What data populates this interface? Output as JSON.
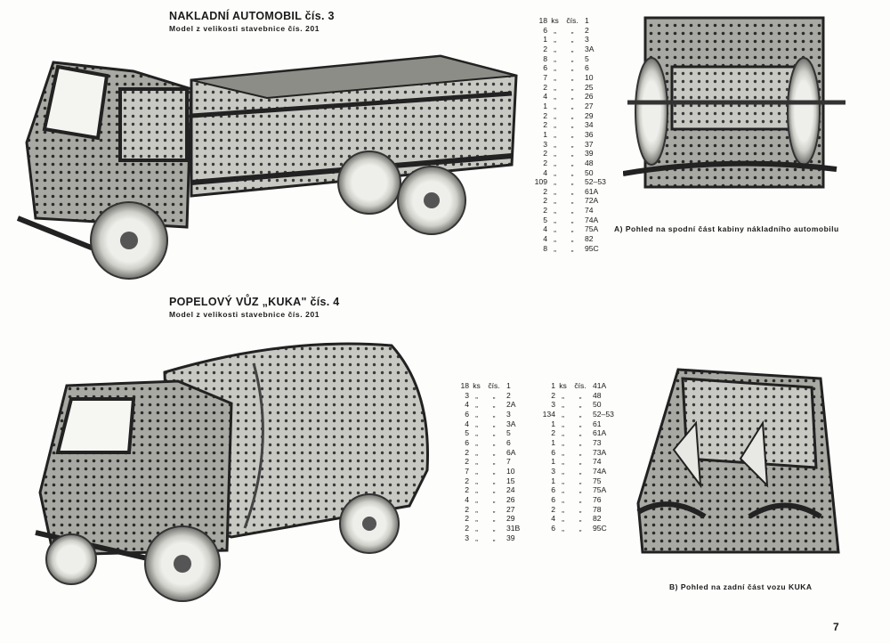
{
  "section1": {
    "title": "NAKLADNÍ AUTOMOBIL čís. 3",
    "subtitle": "Model z velikosti stavebnice čís. 201",
    "parts": [
      {
        "qty": "18",
        "unit": "ks",
        "no": "čís.",
        "part": "1"
      },
      {
        "qty": "6",
        "unit": "„",
        "no": "„",
        "part": "2"
      },
      {
        "qty": "1",
        "unit": "„",
        "no": "„",
        "part": "3"
      },
      {
        "qty": "2",
        "unit": "„",
        "no": "„",
        "part": "3A"
      },
      {
        "qty": "8",
        "unit": "„",
        "no": "„",
        "part": "5"
      },
      {
        "qty": "6",
        "unit": "„",
        "no": "„",
        "part": "6"
      },
      {
        "qty": "7",
        "unit": "„",
        "no": "„",
        "part": "10"
      },
      {
        "qty": "2",
        "unit": "„",
        "no": "„",
        "part": "25"
      },
      {
        "qty": "4",
        "unit": "„",
        "no": "„",
        "part": "26"
      },
      {
        "qty": "1",
        "unit": "„",
        "no": "„",
        "part": "27"
      },
      {
        "qty": "2",
        "unit": "„",
        "no": "„",
        "part": "29"
      },
      {
        "qty": "2",
        "unit": "„",
        "no": "„",
        "part": "34"
      },
      {
        "qty": "1",
        "unit": "„",
        "no": "„",
        "part": "36"
      },
      {
        "qty": "3",
        "unit": "„",
        "no": "„",
        "part": "37"
      },
      {
        "qty": "2",
        "unit": "„",
        "no": "„",
        "part": "39"
      },
      {
        "qty": "2",
        "unit": "„",
        "no": "„",
        "part": "48"
      },
      {
        "qty": "4",
        "unit": "„",
        "no": "„",
        "part": "50"
      },
      {
        "qty": "109",
        "unit": "„",
        "no": "„",
        "part": "52–53"
      },
      {
        "qty": "2",
        "unit": "„",
        "no": "„",
        "part": "61A"
      },
      {
        "qty": "2",
        "unit": "„",
        "no": "„",
        "part": "72A"
      },
      {
        "qty": "2",
        "unit": "„",
        "no": "„",
        "part": "74"
      },
      {
        "qty": "5",
        "unit": "„",
        "no": "„",
        "part": "74A"
      },
      {
        "qty": "4",
        "unit": "„",
        "no": "„",
        "part": "75A"
      },
      {
        "qty": "4",
        "unit": "„",
        "no": "„",
        "part": "82"
      },
      {
        "qty": "8",
        "unit": "„",
        "no": "„",
        "part": "95C"
      }
    ],
    "caption": "A) Pohled na spodní část kabiny nákladního automobilu"
  },
  "section2": {
    "title": "POPELOVÝ VŮZ „KUKA\" čís. 4",
    "subtitle": "Model z velikosti stavebnice čís. 201",
    "parts_col1": [
      {
        "qty": "18",
        "unit": "ks",
        "no": "čís.",
        "part": "1"
      },
      {
        "qty": "3",
        "unit": "„",
        "no": "„",
        "part": "2"
      },
      {
        "qty": "4",
        "unit": "„",
        "no": "„",
        "part": "2A"
      },
      {
        "qty": "6",
        "unit": "„",
        "no": "„",
        "part": "3"
      },
      {
        "qty": "4",
        "unit": "„",
        "no": "„",
        "part": "3A"
      },
      {
        "qty": "5",
        "unit": "„",
        "no": "„",
        "part": "5"
      },
      {
        "qty": "6",
        "unit": "„",
        "no": "„",
        "part": "6"
      },
      {
        "qty": "2",
        "unit": "„",
        "no": "„",
        "part": "6A"
      },
      {
        "qty": "2",
        "unit": "„",
        "no": "„",
        "part": "7"
      },
      {
        "qty": "7",
        "unit": "„",
        "no": "„",
        "part": "10"
      },
      {
        "qty": "2",
        "unit": "„",
        "no": "„",
        "part": "15"
      },
      {
        "qty": "2",
        "unit": "„",
        "no": "„",
        "part": "24"
      },
      {
        "qty": "4",
        "unit": "„",
        "no": "„",
        "part": "26"
      },
      {
        "qty": "2",
        "unit": "„",
        "no": "„",
        "part": "27"
      },
      {
        "qty": "2",
        "unit": "„",
        "no": "„",
        "part": "29"
      },
      {
        "qty": "2",
        "unit": "„",
        "no": "„",
        "part": "31B"
      },
      {
        "qty": "3",
        "unit": "„",
        "no": "„",
        "part": "39"
      }
    ],
    "parts_col2": [
      {
        "qty": "1",
        "unit": "ks",
        "no": "čís.",
        "part": "41A"
      },
      {
        "qty": "2",
        "unit": "„",
        "no": "„",
        "part": "48"
      },
      {
        "qty": "3",
        "unit": "„",
        "no": "„",
        "part": "50"
      },
      {
        "qty": "134",
        "unit": "„",
        "no": "„",
        "part": "52–53"
      },
      {
        "qty": "1",
        "unit": "„",
        "no": "„",
        "part": "61"
      },
      {
        "qty": "2",
        "unit": "„",
        "no": "„",
        "part": "61A"
      },
      {
        "qty": "1",
        "unit": "„",
        "no": "„",
        "part": "73"
      },
      {
        "qty": "6",
        "unit": "„",
        "no": "„",
        "part": "73A"
      },
      {
        "qty": "1",
        "unit": "„",
        "no": "„",
        "part": "74"
      },
      {
        "qty": "3",
        "unit": "„",
        "no": "„",
        "part": "74A"
      },
      {
        "qty": "1",
        "unit": "„",
        "no": "„",
        "part": "75"
      },
      {
        "qty": "6",
        "unit": "„",
        "no": "„",
        "part": "75A"
      },
      {
        "qty": "6",
        "unit": "„",
        "no": "„",
        "part": "76"
      },
      {
        "qty": "2",
        "unit": "„",
        "no": "„",
        "part": "78"
      },
      {
        "qty": "4",
        "unit": "„",
        "no": "„",
        "part": "82"
      },
      {
        "qty": "6",
        "unit": "„",
        "no": "„",
        "part": "95C"
      }
    ],
    "caption": "B) Pohled na zadní část vozu KUKA"
  },
  "page_number": "7"
}
